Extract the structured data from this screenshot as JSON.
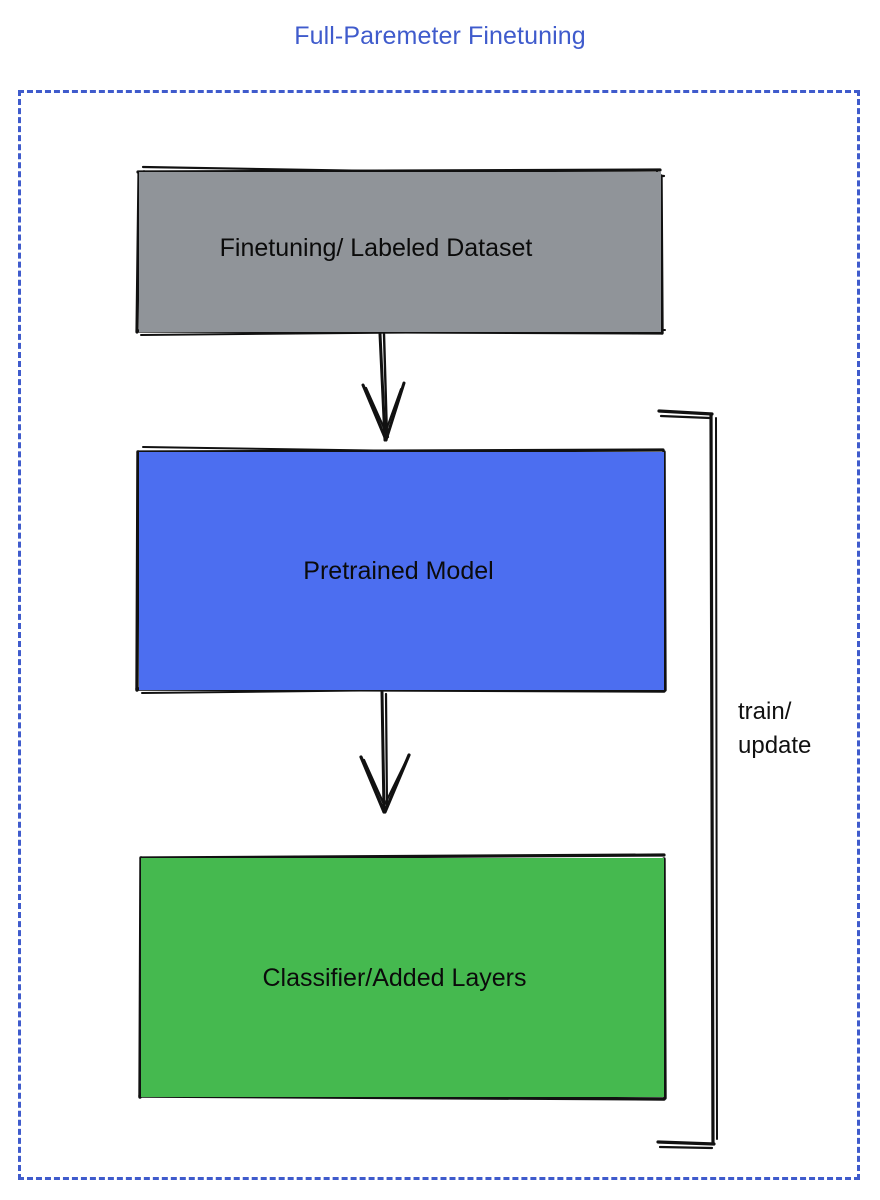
{
  "diagram": {
    "title": "Full-Paremeter Finetuning",
    "title_color": "#3f5bcc",
    "frame": {
      "style": "dashed",
      "color": "#3f5bcc"
    },
    "nodes": [
      {
        "id": "dataset",
        "label": "Finetuning/ Labeled Dataset",
        "fill": "#909499",
        "stroke": "#000000",
        "shape": "rectangle"
      },
      {
        "id": "pretrained",
        "label": "Pretrained Model",
        "fill": "#4c6ef0",
        "stroke": "#000000",
        "shape": "rectangle"
      },
      {
        "id": "classifier",
        "label": "Classifier/Added Layers",
        "fill": "#45b94f",
        "stroke": "#000000",
        "shape": "rectangle"
      }
    ],
    "edges": [
      {
        "id": "dataset-to-pretrained",
        "from": "dataset",
        "to": "pretrained",
        "label": "",
        "arrow": "down"
      },
      {
        "id": "pretrained-to-classifier",
        "from": "pretrained",
        "to": "classifier",
        "label": "",
        "arrow": "down"
      },
      {
        "id": "feedback-loop",
        "from": "classifier",
        "to": "pretrained",
        "label": "train/\nupdate",
        "label_line_1": "train/",
        "label_line_2": "update",
        "arrow": "none"
      }
    ]
  }
}
